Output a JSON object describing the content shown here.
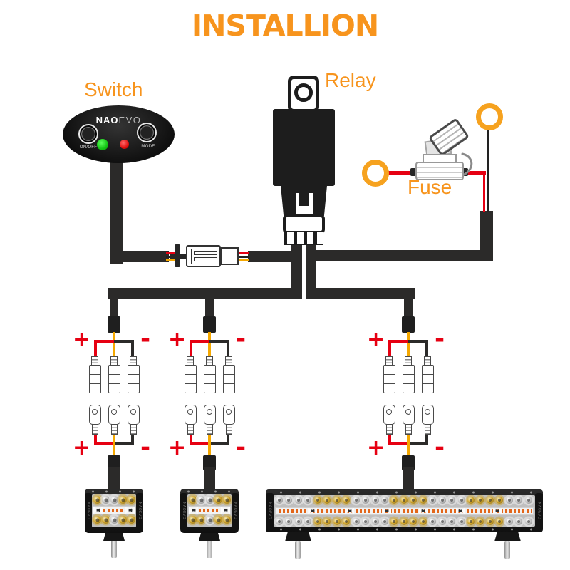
{
  "title": "INSTALLION",
  "labels": {
    "switch": "Switch",
    "relay": "Relay",
    "fuse": "Fuse",
    "plus": "+",
    "minus": "-"
  },
  "switch_panel": {
    "brand_bold": "NAO",
    "brand_light": "EVO",
    "left_button": "ON/OFF",
    "right_button": "MODE",
    "indicator_green": "#17C617",
    "indicator_red": "#E01010"
  },
  "lights": {
    "brand": "NAOEVO",
    "pod_count": 2,
    "bar_count": 1,
    "pod_led_rows": [
      [
        "amber",
        "silver",
        "silver",
        "amber",
        "amber"
      ],
      [
        "amber",
        "amber",
        "silver",
        "amber",
        "amber"
      ]
    ],
    "bar_leds_per_row": 27,
    "bar_led_group_size": 4,
    "bar_divider_count": 6
  },
  "harness": {
    "branch_count": 3,
    "connectors_per_branch": 3
  },
  "colors": {
    "accent": "#F7941D",
    "polarity_red": "#E60012",
    "wire_black": "#2B2A29",
    "wire_red": "#E60012",
    "wire_yellow": "#F5A800",
    "ring_terminal_orange": "#F6A21F",
    "led_amber": "#D2A72F",
    "led_silver": "#C6C6C6"
  }
}
